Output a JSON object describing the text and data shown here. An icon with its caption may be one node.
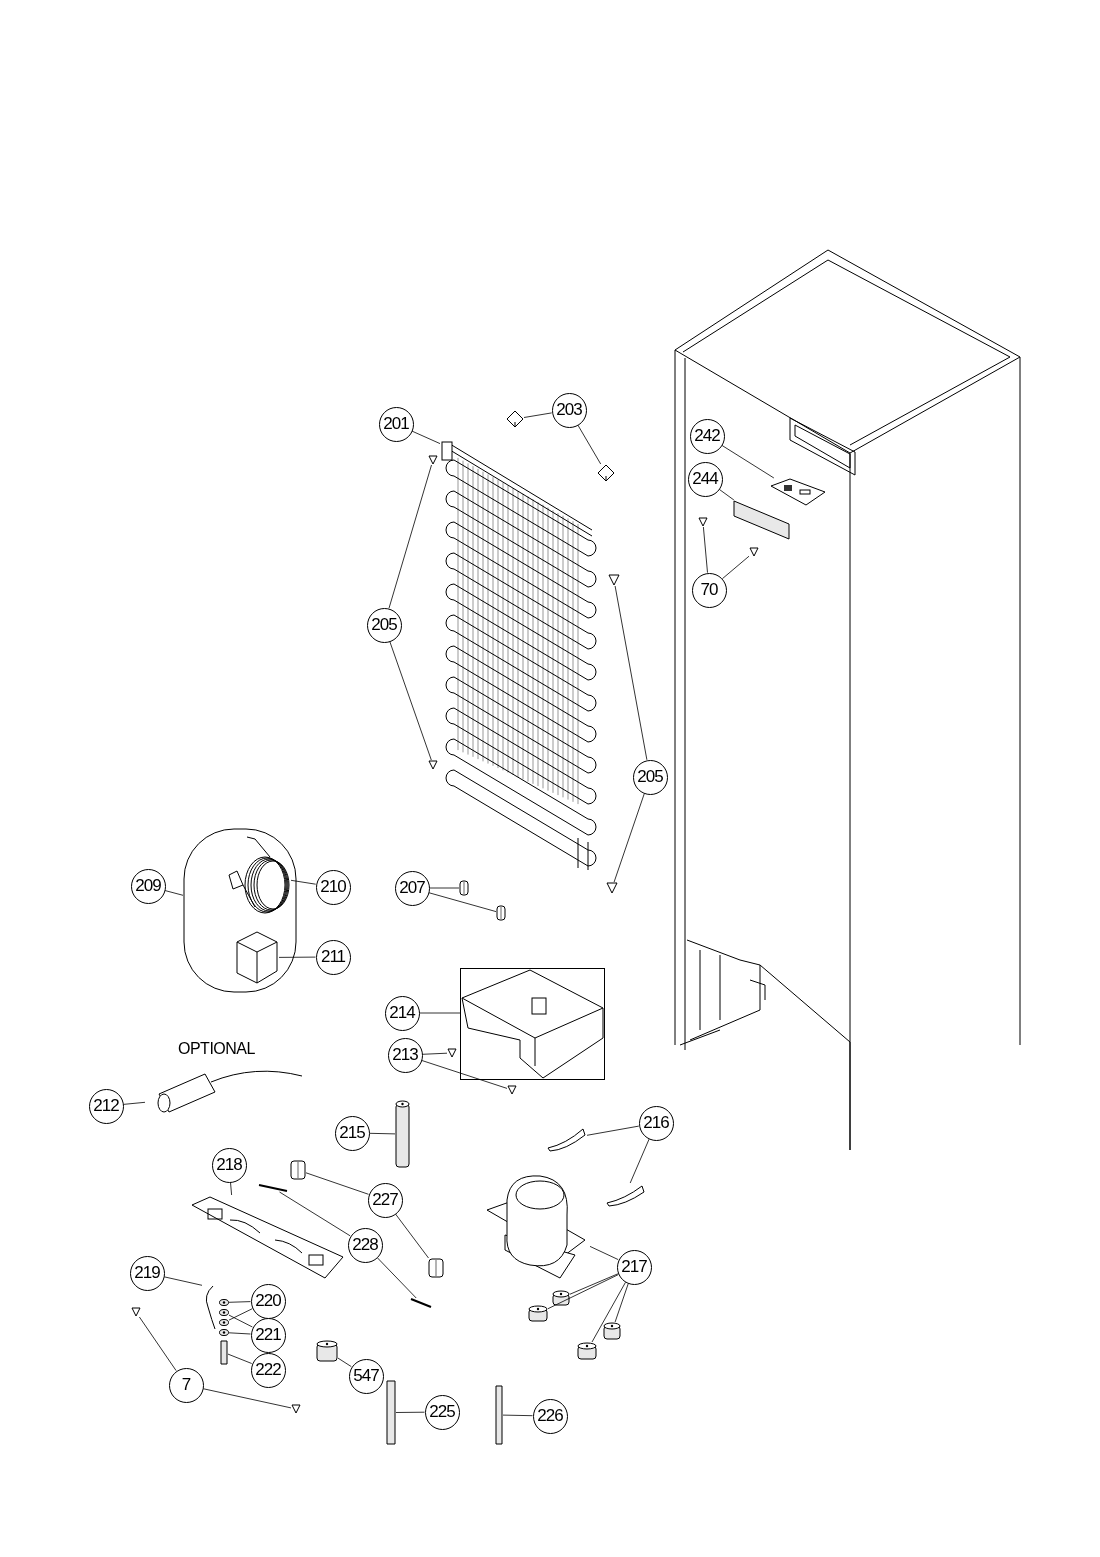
{
  "diagram": {
    "nodes": [
      {
        "text": [
          "201"
        ]
      },
      {
        "text": [
          "203"
        ]
      },
      {
        "text": [
          "205"
        ]
      },
      {
        "text": [
          "205"
        ]
      },
      {
        "text": [
          "242"
        ]
      },
      {
        "text": [
          "244"
        ]
      },
      {
        "text": [
          "70"
        ]
      },
      {
        "text": [
          "209"
        ]
      },
      {
        "text": [
          "210"
        ]
      },
      {
        "text": [
          "211"
        ]
      },
      {
        "text": [
          "207"
        ]
      },
      {
        "text": [
          "214"
        ]
      },
      {
        "text": [
          "213"
        ]
      },
      {
        "text": [
          "212"
        ]
      },
      {
        "text": [
          "215"
        ]
      },
      {
        "text": [
          "216"
        ]
      },
      {
        "text": [
          "227"
        ]
      },
      {
        "text": [
          "218"
        ]
      },
      {
        "text": [
          "228"
        ]
      },
      {
        "text": [
          "219"
        ]
      },
      {
        "text": [
          "217"
        ]
      },
      {
        "text": [
          "220"
        ]
      },
      {
        "text": [
          "221"
        ]
      },
      {
        "text": [
          "222"
        ]
      },
      {
        "text": [
          "7"
        ]
      },
      {
        "text": [
          "547"
        ]
      },
      {
        "text": [
          "225"
        ]
      },
      {
        "text": [
          "226"
        ]
      },
      {
        "text": [],
        "shape": "picture"
      },
      {
        "text": [],
        "shape": "picture"
      },
      {
        "text": [],
        "shape": "picture"
      },
      {
        "text": [],
        "shape": "picture"
      },
      {
        "text": [],
        "shape": "picture"
      },
      {
        "text": [],
        "shape": "picture"
      },
      {
        "text": [],
        "shape": "picture"
      },
      {
        "text": [],
        "shape": "picture"
      },
      {
        "text": [],
        "shape": "bar"
      },
      {
        "text": [],
        "shape": "picture"
      },
      {
        "text": [],
        "shape": "picture"
      },
      {
        "text": [],
        "shape": "picture"
      },
      {
        "text": [],
        "shape": "picture",
        "in": 39
      },
      {
        "text": [],
        "shape": "picture",
        "in": 39
      },
      {
        "text": [],
        "shape": "picture"
      },
      {
        "text": [],
        "shape": "picture"
      },
      {
        "text": [],
        "shape": "box"
      },
      {
        "text": [],
        "shape": "picture"
      },
      {
        "text": [],
        "shape": "picture"
      },
      {
        "text": [],
        "shape": "picture"
      },
      {
        "text": [],
        "shape": "cylinder"
      },
      {
        "text": [],
        "shape": "picture"
      },
      {
        "text": [],
        "shape": "picture"
      },
      {
        "text": [],
        "shape": "picture"
      },
      {
        "text": [],
        "shape": "cylinder"
      },
      {
        "text": [],
        "shape": "cylinder"
      },
      {
        "text": [],
        "shape": "cylinder"
      },
      {
        "text": [],
        "shape": "cylinder"
      },
      {
        "text": [],
        "shape": "picture"
      },
      {
        "text": [],
        "shape": "picture"
      },
      {
        "text": [],
        "shape": "picture"
      },
      {
        "text": [],
        "shape": "picture"
      },
      {
        "text": [],
        "shape": "picture"
      },
      {
        "text": [],
        "shape": "picture"
      },
      {
        "text": [],
        "shape": "circle"
      },
      {
        "text": [],
        "shape": "circle"
      },
      {
        "text": [],
        "shape": "circle"
      },
      {
        "text": [],
        "shape": "circle"
      },
      {
        "text": [],
        "shape": "bar"
      },
      {
        "text": [],
        "shape": "picture"
      },
      {
        "text": [],
        "shape": "picture"
      },
      {
        "text": [],
        "shape": "cylinder"
      },
      {
        "text": [],
        "shape": "bar"
      },
      {
        "text": [],
        "shape": "bar"
      }
    ],
    "edges": [
      {
        "from": 0,
        "to": 28,
        "arrow": "none"
      },
      {
        "from": 1,
        "to": 29,
        "arrow": "none"
      },
      {
        "from": 1,
        "to": 30,
        "arrow": "none"
      },
      {
        "from": 2,
        "to": 31,
        "arrow": "none"
      },
      {
        "from": 2,
        "to": 32,
        "arrow": "none"
      },
      {
        "from": 3,
        "to": 33,
        "arrow": "none"
      },
      {
        "from": 3,
        "to": 34,
        "arrow": "none"
      },
      {
        "from": 4,
        "to": 35,
        "arrow": "none"
      },
      {
        "from": 5,
        "to": 36,
        "arrow": "none"
      },
      {
        "from": 6,
        "to": 37,
        "arrow": "none"
      },
      {
        "from": 6,
        "to": 38,
        "arrow": "none"
      },
      {
        "from": 7,
        "to": 39,
        "arrow": "none"
      },
      {
        "from": 8,
        "to": 40,
        "arrow": "none"
      },
      {
        "from": 9,
        "to": 41,
        "arrow": "none"
      },
      {
        "from": 10,
        "to": 42,
        "arrow": "none"
      },
      {
        "from": 10,
        "to": 43,
        "arrow": "none"
      },
      {
        "from": 11,
        "to": 44,
        "arrow": "none"
      },
      {
        "from": 12,
        "to": 45,
        "arrow": "none"
      },
      {
        "from": 12,
        "to": 46,
        "arrow": "none"
      },
      {
        "from": 13,
        "to": 47,
        "arrow": "none"
      },
      {
        "from": 14,
        "to": 48,
        "arrow": "none"
      },
      {
        "from": 15,
        "to": 49,
        "arrow": "none"
      },
      {
        "from": 15,
        "to": 50,
        "arrow": "none"
      },
      {
        "from": 16,
        "to": 57,
        "arrow": "none"
      },
      {
        "from": 16,
        "to": 58,
        "arrow": "none"
      },
      {
        "from": 17,
        "to": 56,
        "arrow": "none"
      },
      {
        "from": 18,
        "to": 59,
        "arrow": "none"
      },
      {
        "from": 18,
        "to": 60,
        "arrow": "none"
      },
      {
        "from": 19,
        "to": 61,
        "arrow": "none"
      },
      {
        "from": 20,
        "to": 51,
        "arrow": "none"
      },
      {
        "from": 20,
        "to": 52,
        "arrow": "none"
      },
      {
        "from": 20,
        "to": 53,
        "arrow": "none"
      },
      {
        "from": 20,
        "to": 54,
        "arrow": "none"
      },
      {
        "from": 20,
        "to": 55,
        "arrow": "none"
      },
      {
        "from": 21,
        "to": 62,
        "arrow": "none"
      },
      {
        "from": 21,
        "to": 64,
        "arrow": "none"
      },
      {
        "from": 22,
        "to": 63,
        "arrow": "none"
      },
      {
        "from": 22,
        "to": 65,
        "arrow": "none"
      },
      {
        "from": 23,
        "to": 66,
        "arrow": "none"
      },
      {
        "from": 24,
        "to": 67,
        "arrow": "none"
      },
      {
        "from": 24,
        "to": 68,
        "arrow": "none"
      },
      {
        "from": 25,
        "to": 69,
        "arrow": "none"
      },
      {
        "from": 26,
        "to": 70,
        "arrow": "none"
      },
      {
        "from": 27,
        "to": 71,
        "arrow": "none"
      }
    ],
    "labels": [
      "OPTIONAL"
    ]
  }
}
